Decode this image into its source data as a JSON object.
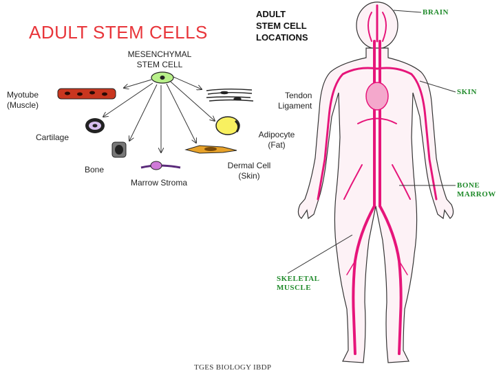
{
  "slide": {
    "title": "ADULT STEM CELLS",
    "footer": "TGES BIOLOGY IBDP"
  },
  "cells": {
    "source_line1": "MESENCHYMAL",
    "source_line2": "STEM CELL",
    "myotube_line1": "Myotube",
    "myotube_line2": "(Muscle)",
    "cartilage": "Cartilage",
    "bone": "Bone",
    "marrow": "Marrow Stroma",
    "dermal_line1": "Dermal Cell",
    "dermal_line2": "(Skin)",
    "adipocyte_line1": "Adipocyte",
    "adipocyte_line2": "(Fat)",
    "tendon_line1": "Tendon",
    "tendon_line2": "Ligament"
  },
  "locations": {
    "title_line1": "ADULT",
    "title_line2": "STEM CELL",
    "title_line3": "LOCATIONS",
    "brain": "BRAIN",
    "skin": "SKIN",
    "bone_marrow_line1": "BONE",
    "bone_marrow_line2": "MARROW",
    "skeletal_line1": "SKELETAL",
    "skeletal_line2": "MUSCLE"
  },
  "colors": {
    "title": "#e8353a",
    "vessels": "#e6157a",
    "body_labels": "#1f8a2a"
  }
}
